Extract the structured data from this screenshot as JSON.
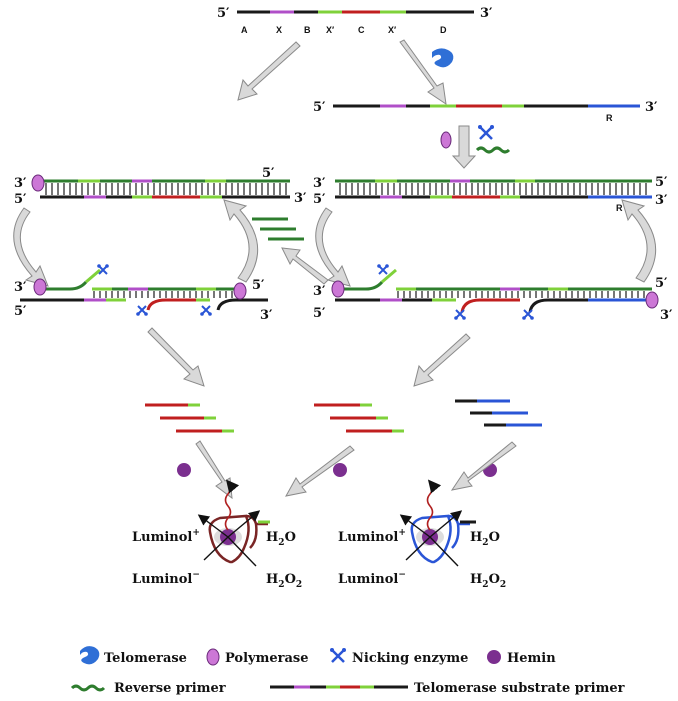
{
  "colors": {
    "black": "#1a1a1a",
    "purple": "#b04fc8",
    "green": "#7fd13a",
    "red": "#c01f1f",
    "blue": "#2a55d6",
    "dark_green": "#2e7d2e",
    "telomerase": "#2f6fd6",
    "polymerase": "#cc77d6",
    "hemin": "#7b2f8f",
    "arrow_fill": "#d9d9d9",
    "arrow_stroke": "#8a8a8a"
  },
  "strand_ends": {
    "five_prime": "5′",
    "three_prime": "3′"
  },
  "top_primer": {
    "segments": [
      "A",
      "X",
      "B",
      "X′",
      "C",
      "X′",
      "D"
    ]
  },
  "extended_label": "R",
  "reaction": {
    "luminol_plus": "Luminol",
    "luminol_plus_sup": "+",
    "luminol_minus": "Luminol",
    "luminol_minus_sup": "−",
    "water": "H",
    "water_sub": "2",
    "water_tail": "O",
    "peroxide": "H",
    "peroxide_sub": "2",
    "peroxide_mid": "O",
    "peroxide_sub2": "2"
  },
  "legend": {
    "telomerase": "Telomerase",
    "polymerase": "Polymerase",
    "nicking_enzyme": "Nicking enzyme",
    "hemin": "Hemin",
    "reverse_primer": "Reverse primer",
    "substrate_primer": "Telomerase substrate primer"
  }
}
